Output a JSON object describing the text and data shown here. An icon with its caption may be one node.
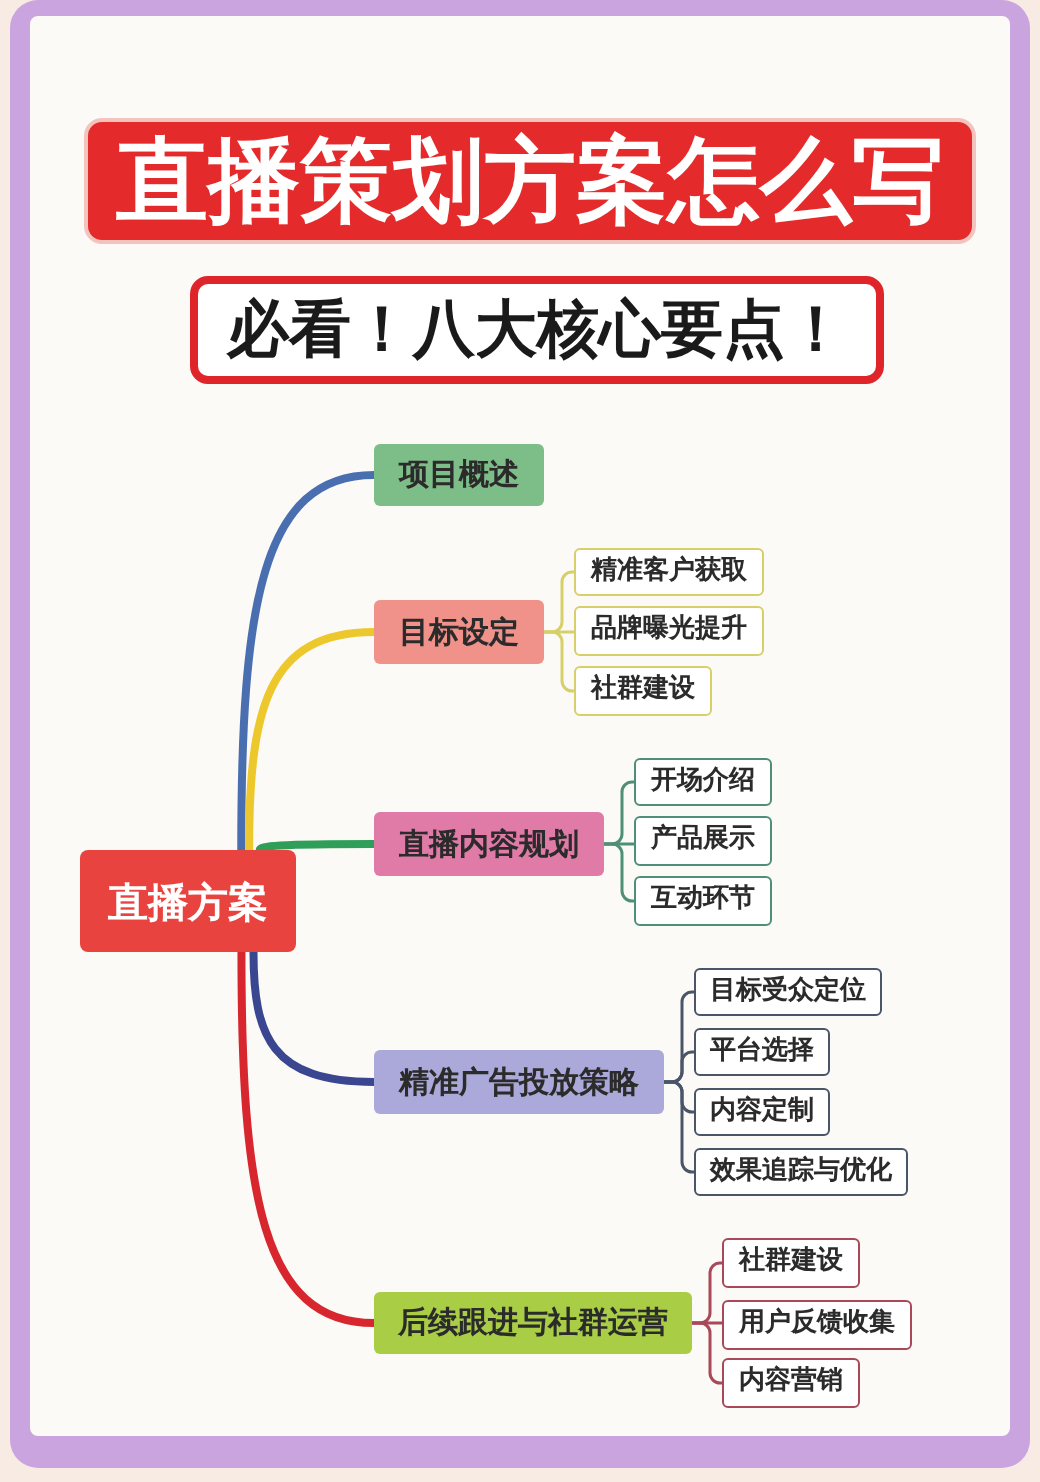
{
  "diagram": {
    "title": "直播策划方案怎么写",
    "labels": [
      "必看！八大核心要点！"
    ],
    "nodes": [
      {
        "text": [
          "直播方案"
        ]
      },
      {
        "text": [
          "项目概述"
        ]
      },
      {
        "text": [
          "目标设定"
        ]
      },
      {
        "text": [
          "精准客户获取"
        ]
      },
      {
        "text": [
          "品牌曝光提升"
        ]
      },
      {
        "text": [
          "社群建设"
        ]
      },
      {
        "text": [
          "直播内容规划"
        ]
      },
      {
        "text": [
          "开场介绍"
        ]
      },
      {
        "text": [
          "产品展示"
        ]
      },
      {
        "text": [
          "互动环节"
        ]
      },
      {
        "text": [
          "精准广告投放策略"
        ]
      },
      {
        "text": [
          "目标受众定位"
        ]
      },
      {
        "text": [
          "平台选择"
        ]
      },
      {
        "text": [
          "内容定制"
        ]
      },
      {
        "text": [
          "效果追踪与优化"
        ]
      },
      {
        "text": [
          "后续跟进与社群运营"
        ]
      },
      {
        "text": [
          "社群建设"
        ]
      },
      {
        "text": [
          "用户反馈收集"
        ]
      },
      {
        "text": [
          "内容营销"
        ]
      }
    ],
    "edges": [
      {
        "from": 0,
        "to": 1,
        "arrow": "none",
        "style": "thick",
        "color": "#4a6fb0"
      },
      {
        "from": 0,
        "to": 2,
        "arrow": "none",
        "style": "thick",
        "color": "#edc82c"
      },
      {
        "from": 0,
        "to": 6,
        "arrow": "none",
        "style": "thick",
        "color": "#2e9e58"
      },
      {
        "from": 0,
        "to": 10,
        "arrow": "none",
        "style": "thick",
        "color": "#3a4790"
      },
      {
        "from": 0,
        "to": 15,
        "arrow": "none",
        "style": "thick",
        "color": "#d8262e"
      },
      {
        "from": 2,
        "to": 3,
        "arrow": "none",
        "color": "#d6cf6a"
      },
      {
        "from": 2,
        "to": 4,
        "arrow": "none",
        "color": "#d6cf6a"
      },
      {
        "from": 2,
        "to": 5,
        "arrow": "none",
        "color": "#d6cf6a"
      },
      {
        "from": 6,
        "to": 7,
        "arrow": "none",
        "color": "#4f8f78"
      },
      {
        "from": 6,
        "to": 8,
        "arrow": "none",
        "color": "#4f8f78"
      },
      {
        "from": 6,
        "to": 9,
        "arrow": "none",
        "color": "#4f8f78"
      },
      {
        "from": 10,
        "to": 11,
        "arrow": "none",
        "color": "#4a5568"
      },
      {
        "from": 10,
        "to": 12,
        "arrow": "none",
        "color": "#4a5568"
      },
      {
        "from": 10,
        "to": 13,
        "arrow": "none",
        "color": "#4a5568"
      },
      {
        "from": 10,
        "to": 14,
        "arrow": "none",
        "color": "#4a5568"
      },
      {
        "from": 15,
        "to": 16,
        "arrow": "none",
        "color": "#a84858"
      },
      {
        "from": 15,
        "to": 17,
        "arrow": "none",
        "color": "#a84858"
      },
      {
        "from": 15,
        "to": 18,
        "arrow": "none",
        "color": "#a84858"
      }
    ]
  }
}
